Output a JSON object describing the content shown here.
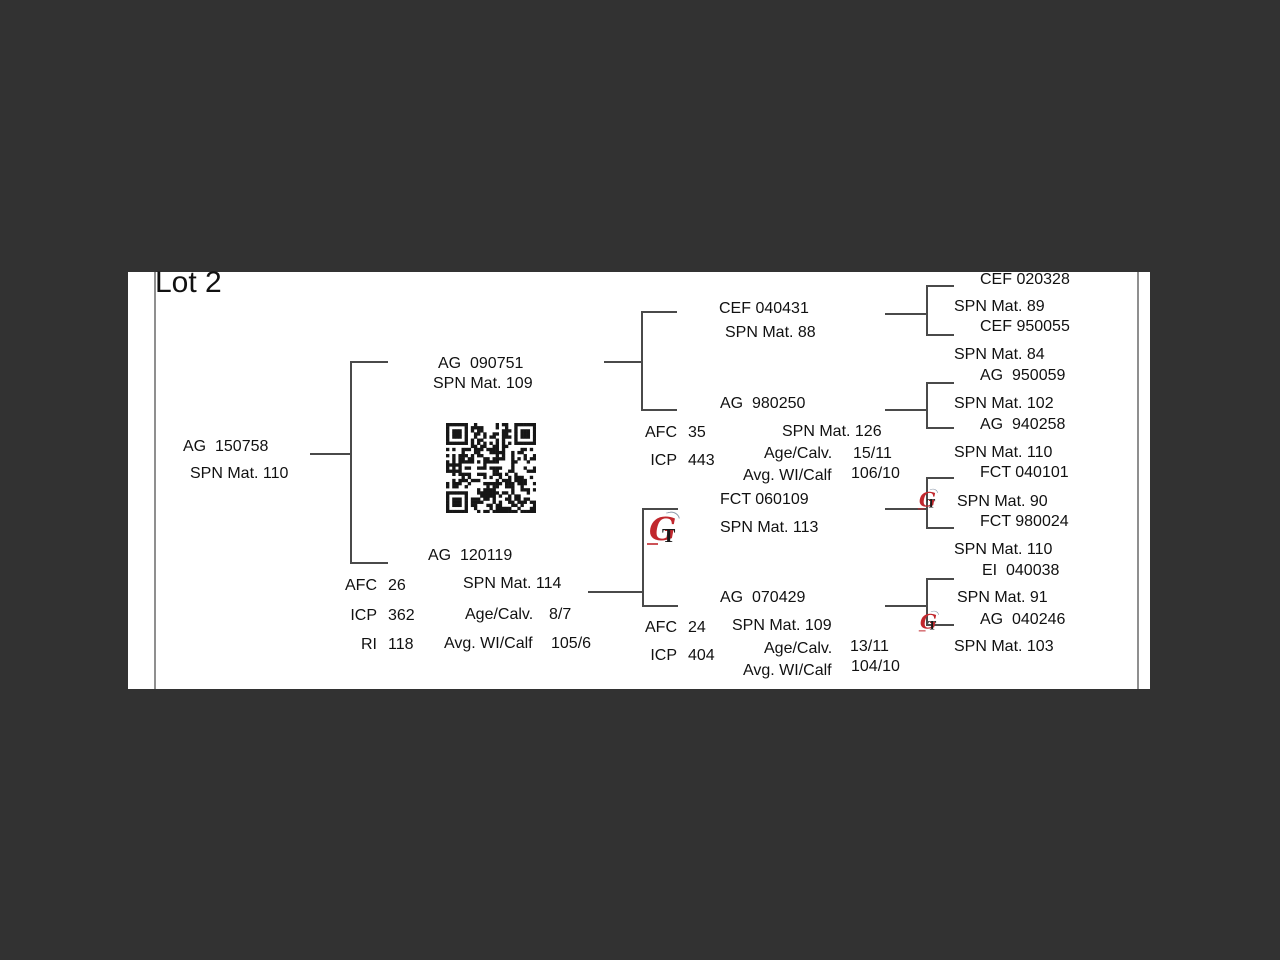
{
  "title": "Lot 2",
  "colors": {
    "background": "#323232",
    "page": "#ffffff",
    "line": "#4a4a4a",
    "logo_red": "#c1272d"
  },
  "icons": {
    "qr": "qr-code",
    "brand": "gt-logo"
  },
  "pedigree": {
    "subject": {
      "name": "AG  150758",
      "spn": "SPN Mat. 110"
    },
    "sire": {
      "name": "AG  090751",
      "spn": "SPN Mat. 109"
    },
    "dam": {
      "name": "AG  120119",
      "spn": "SPN Mat. 114",
      "age_label": "Age/Calv.",
      "age_value": "8/7",
      "avg_label": "Avg. WI/Calf",
      "avg_value": "105/6",
      "stats": [
        {
          "label": "AFC",
          "value": "26"
        },
        {
          "label": "ICP",
          "value": "362"
        },
        {
          "label": "RI",
          "value": "118"
        }
      ]
    },
    "sire_sire": {
      "name": "CEF 040431",
      "spn": "SPN Mat. 88"
    },
    "sire_dam": {
      "name": "AG  980250",
      "spn": "SPN Mat. 126",
      "age_label": "Age/Calv.",
      "age_value": "15/11",
      "avg_label": "Avg. WI/Calf",
      "avg_value": "106/10",
      "stats": [
        {
          "label": "AFC",
          "value": "35"
        },
        {
          "label": "ICP",
          "value": "443"
        }
      ]
    },
    "dam_sire": {
      "name": "FCT 060109",
      "spn": "SPN Mat. 113"
    },
    "dam_dam": {
      "name": "AG  070429",
      "spn": "SPN Mat. 109",
      "age_label": "Age/Calv.",
      "age_value": "13/11",
      "avg_label": "Avg. WI/Calf",
      "avg_value": "104/10",
      "stats": [
        {
          "label": "AFC",
          "value": "24"
        },
        {
          "label": "ICP",
          "value": "404"
        }
      ]
    },
    "gen3": [
      {
        "name": "CEF 020328",
        "spn": "SPN Mat. 89"
      },
      {
        "name": "CEF 950055",
        "spn": "SPN Mat. 84"
      },
      {
        "name": "AG  950059",
        "spn": "SPN Mat. 102"
      },
      {
        "name": "AG  940258",
        "spn": "SPN Mat. 110"
      },
      {
        "name": "FCT 040101",
        "spn": "SPN Mat. 90"
      },
      {
        "name": "FCT 980024",
        "spn": "SPN Mat. 110"
      },
      {
        "name": "EI  040038",
        "spn": "SPN Mat. 91"
      },
      {
        "name": "AG  040246",
        "spn": "SPN Mat. 103"
      }
    ]
  }
}
